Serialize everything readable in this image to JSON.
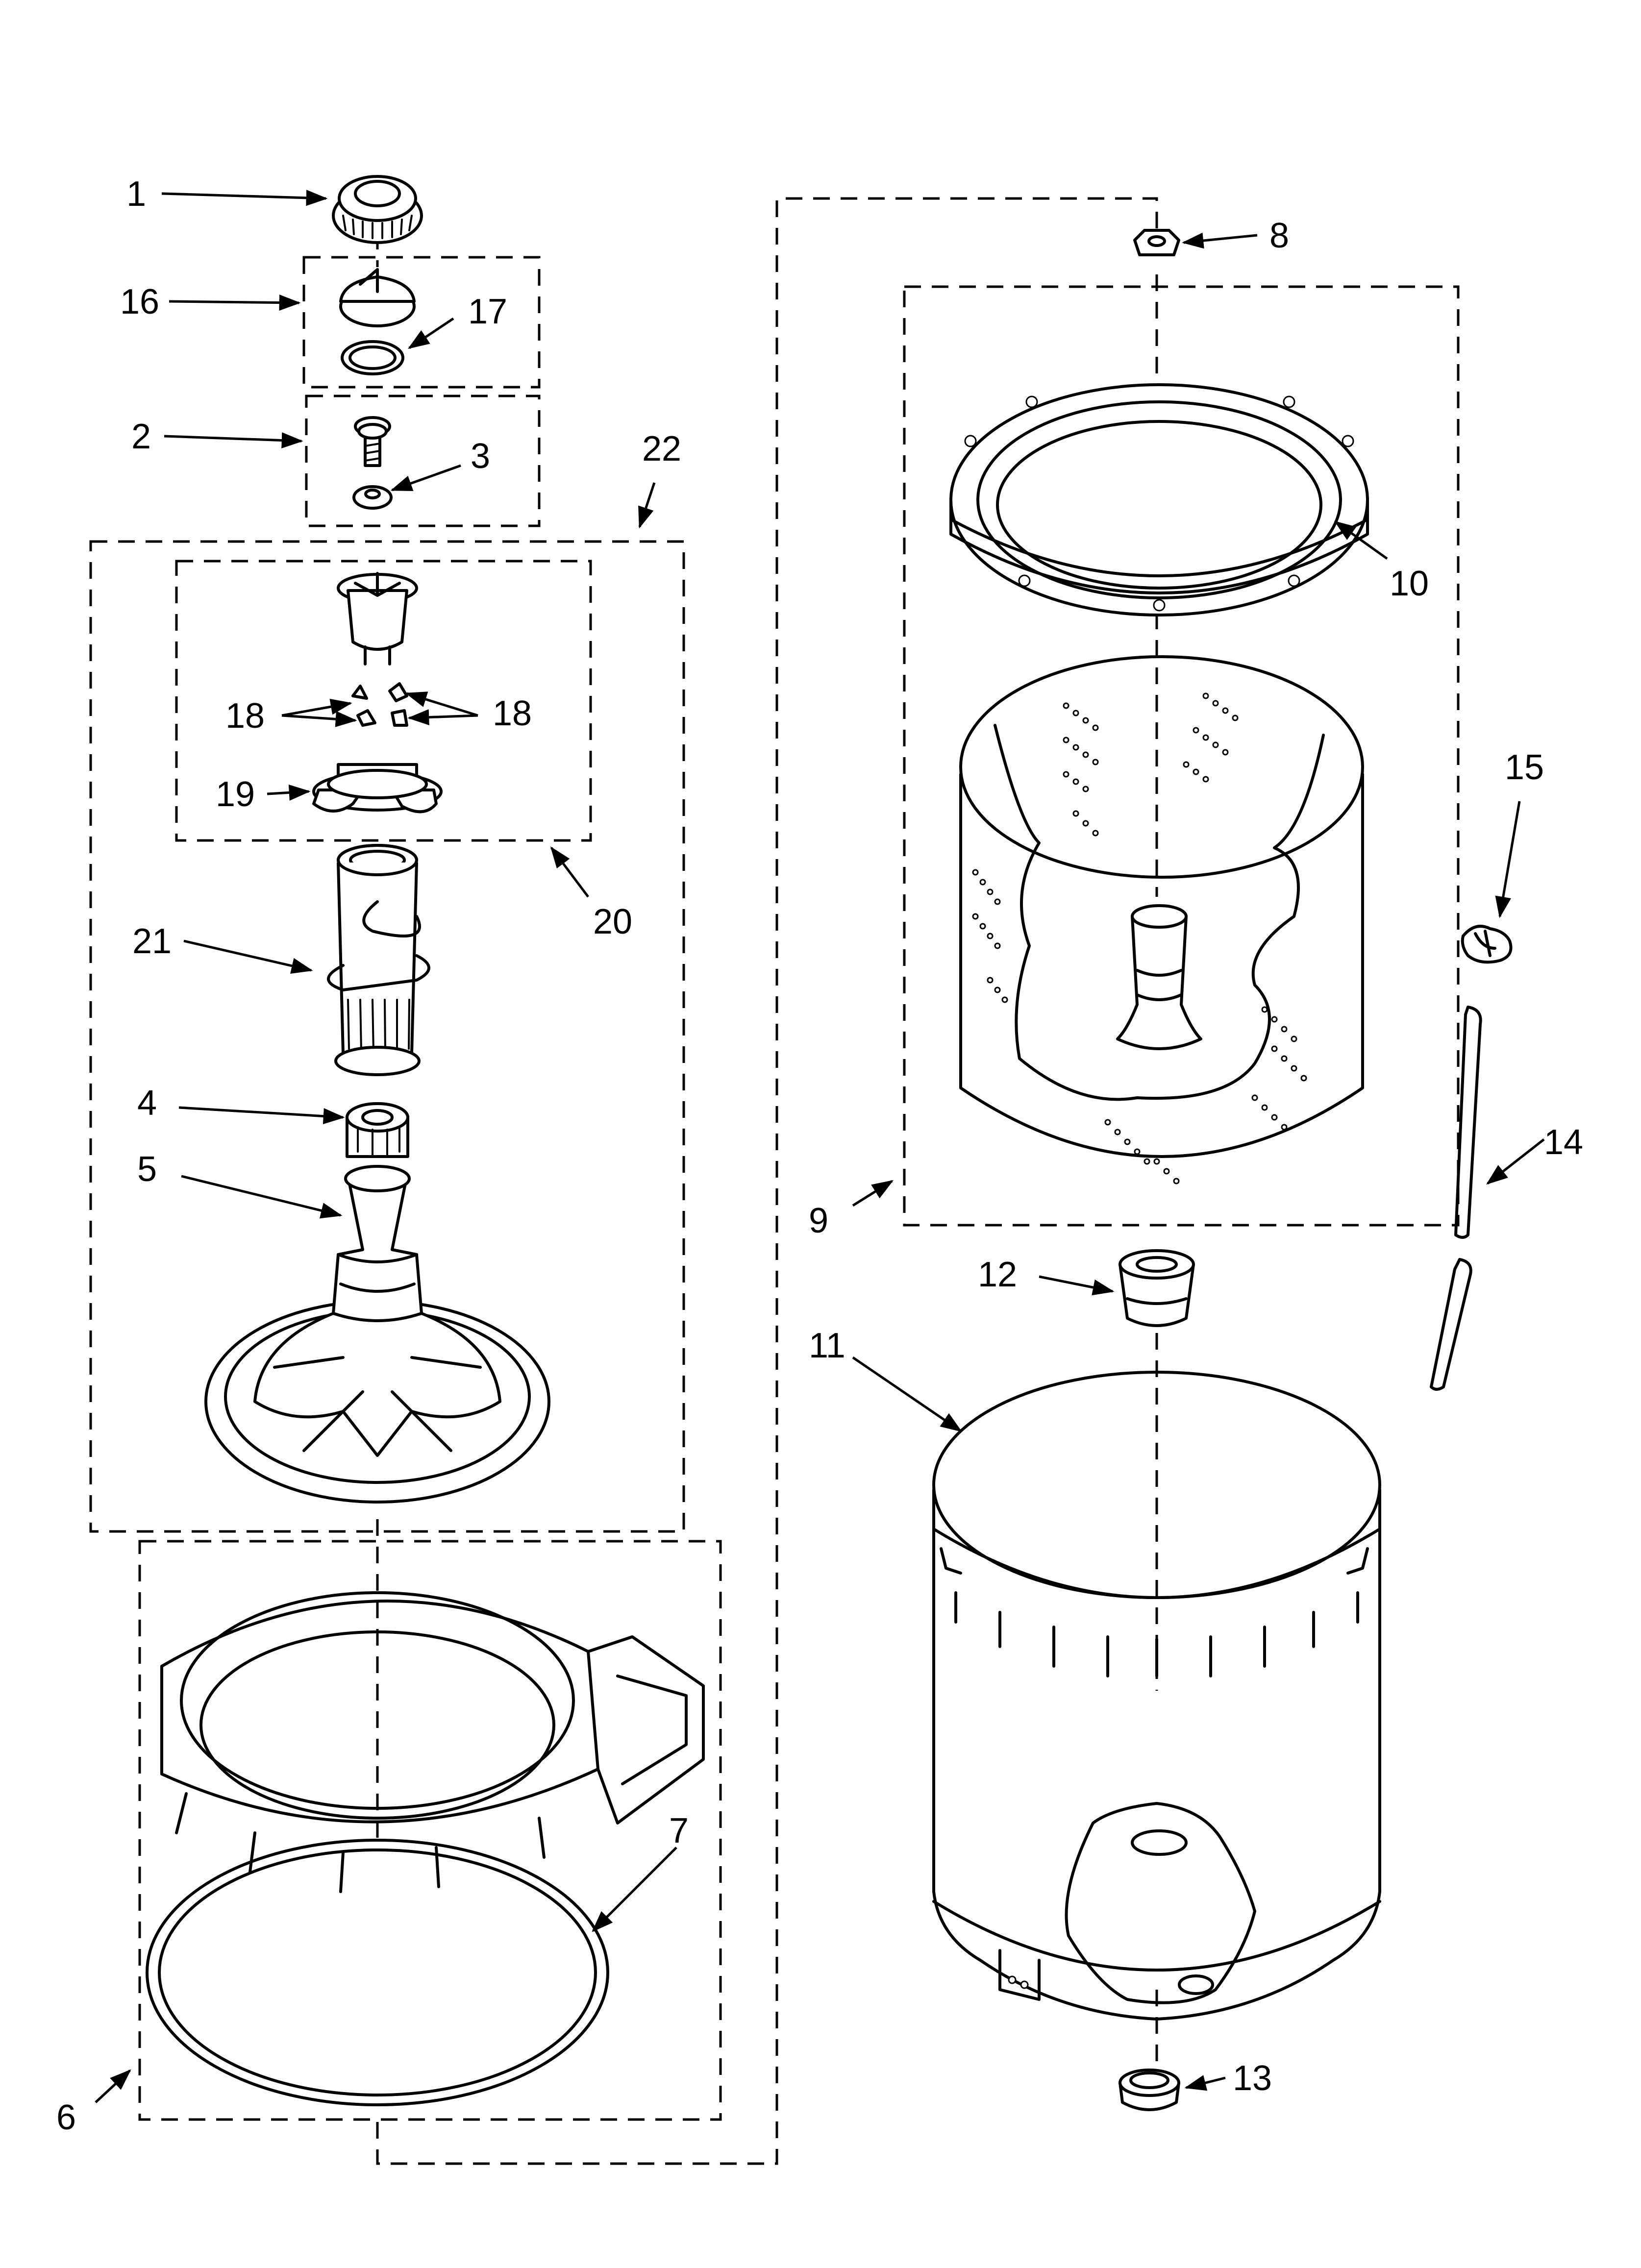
{
  "diagram": {
    "callouts": [
      {
        "id": "1",
        "label": "1"
      },
      {
        "id": "2",
        "label": "2"
      },
      {
        "id": "3",
        "label": "3"
      },
      {
        "id": "4",
        "label": "4"
      },
      {
        "id": "5",
        "label": "5"
      },
      {
        "id": "6",
        "label": "6"
      },
      {
        "id": "7",
        "label": "7"
      },
      {
        "id": "8",
        "label": "8"
      },
      {
        "id": "9",
        "label": "9"
      },
      {
        "id": "10",
        "label": "10"
      },
      {
        "id": "11",
        "label": "11"
      },
      {
        "id": "12",
        "label": "12"
      },
      {
        "id": "13",
        "label": "13"
      },
      {
        "id": "14",
        "label": "14"
      },
      {
        "id": "15",
        "label": "15"
      },
      {
        "id": "16",
        "label": "16"
      },
      {
        "id": "17",
        "label": "17"
      },
      {
        "id": "18a",
        "label": "18"
      },
      {
        "id": "18b",
        "label": "18"
      },
      {
        "id": "19",
        "label": "19"
      },
      {
        "id": "20",
        "label": "20"
      },
      {
        "id": "21",
        "label": "21"
      },
      {
        "id": "22",
        "label": "22"
      }
    ]
  }
}
